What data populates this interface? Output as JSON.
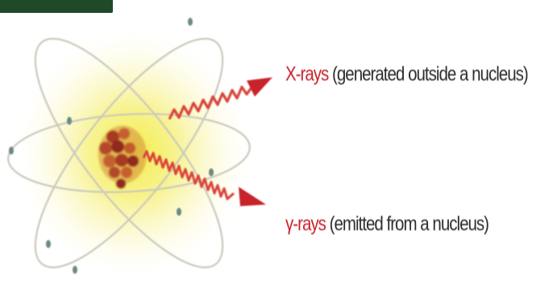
{
  "labels": {
    "xray_name": "X-rays",
    "xray_desc": " (generated outside a nucleus)",
    "gamma_name": "γ-rays",
    "gamma_desc": " (emitted from a nucleus)"
  },
  "colors": {
    "corner_tab": "#1f4a2a",
    "ray_name": "#c8202a",
    "glow": "#f2ec4a",
    "orbit": "#cfcfc6",
    "nucleus": "#b5482b",
    "wave": "#d9453a"
  },
  "icons": {
    "nucleus": "atom-nucleus",
    "xray_wave": "wavy-arrow",
    "gamma_wave": "wavy-arrow"
  }
}
